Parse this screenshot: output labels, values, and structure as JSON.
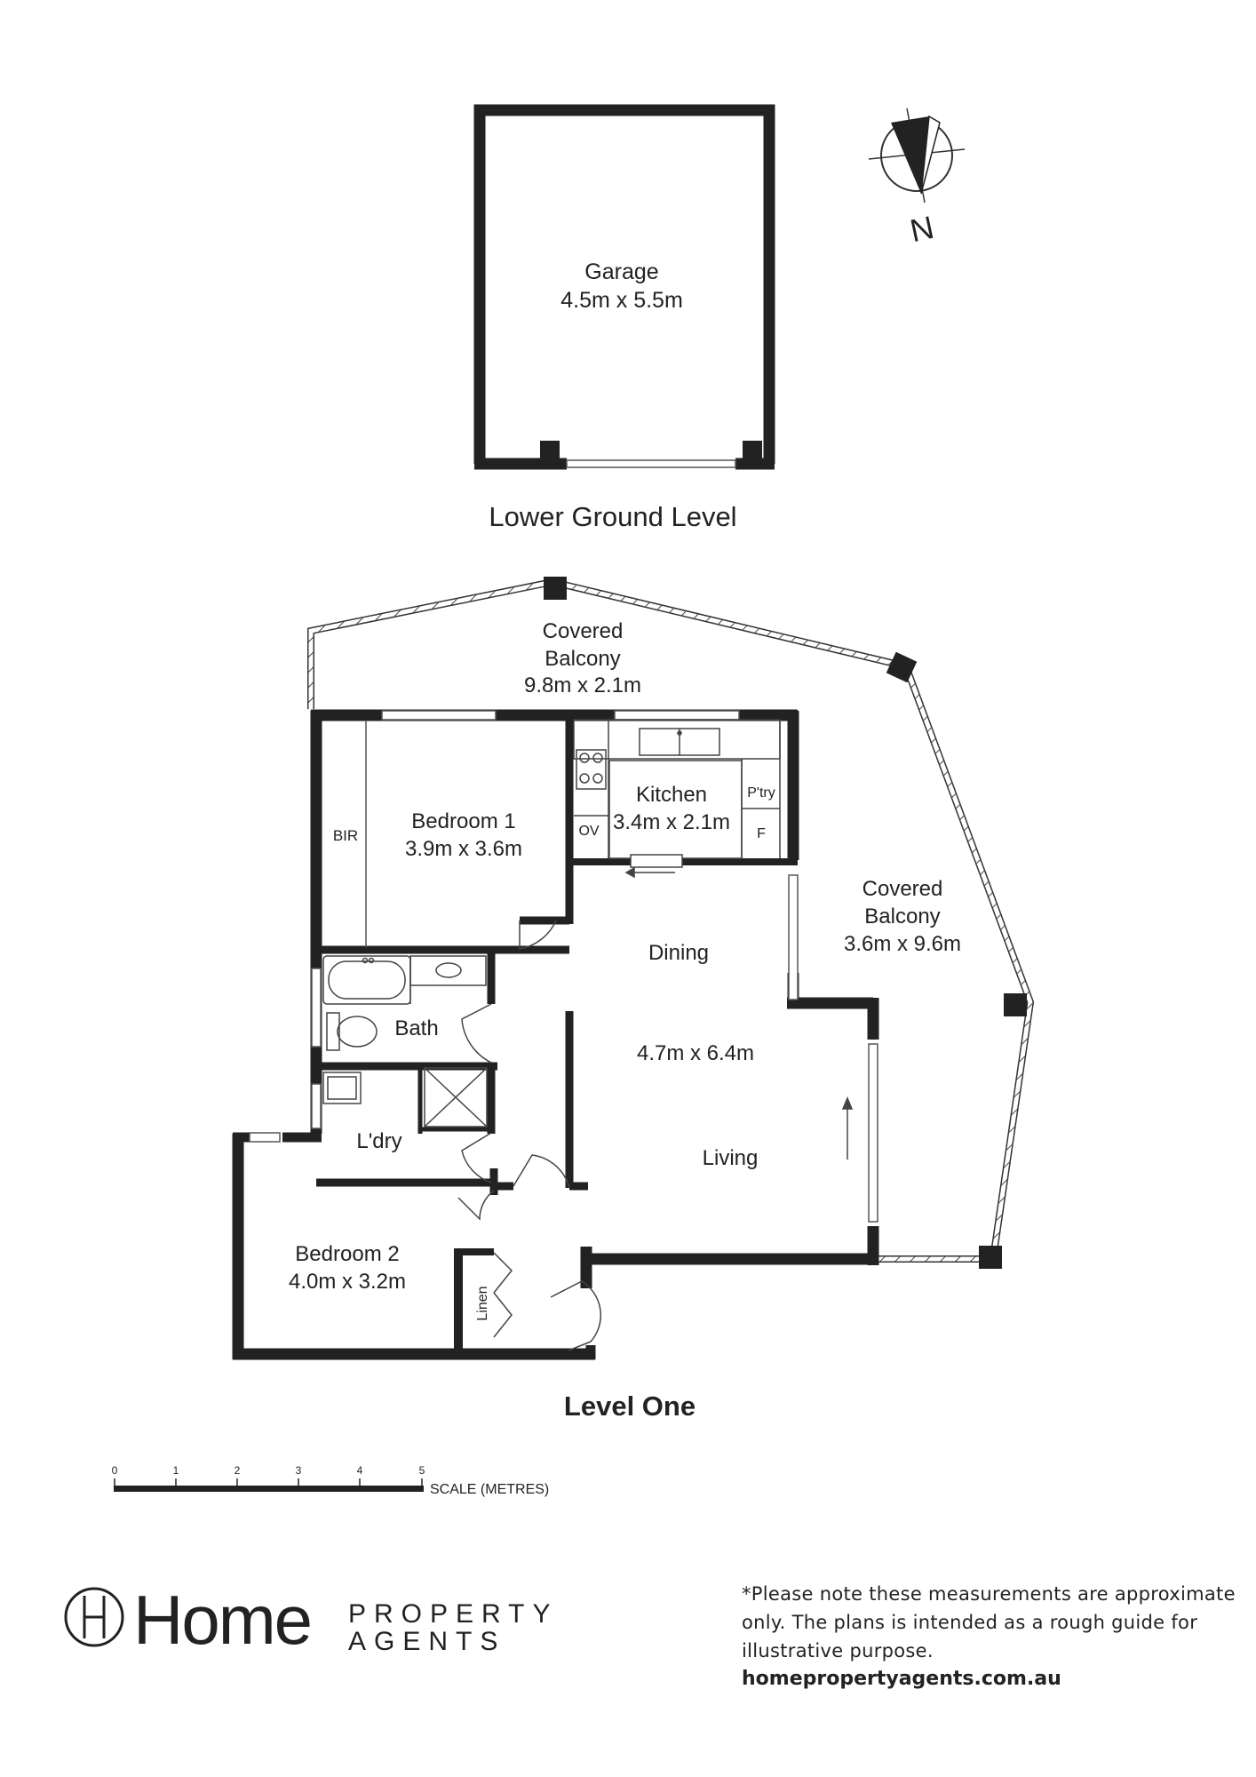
{
  "lower_level": {
    "title": "Lower Ground Level",
    "garage": {
      "name": "Garage",
      "size": "4.5m x 5.5m"
    }
  },
  "upper_level": {
    "title": "Level One",
    "balcony_north": {
      "line1": "Covered",
      "line2": "Balcony",
      "size": "9.8m x 2.1m"
    },
    "balcony_east": {
      "line1": "Covered",
      "line2": "Balcony",
      "size": "3.6m x 9.6m"
    },
    "bedroom1": {
      "name": "Bedroom 1",
      "size": "3.9m x 3.6m"
    },
    "bir": "BIR",
    "kitchen": {
      "name": "Kitchen",
      "size": "3.4m x 2.1m"
    },
    "oven": "OV",
    "pantry": "P'try",
    "fridge": "F",
    "dining": "Dining",
    "living_size": "4.7m x 6.4m",
    "living": "Living",
    "bath": "Bath",
    "laundry": "L'dry",
    "bedroom2": {
      "name": "Bedroom 2",
      "size": "4.0m x 3.2m"
    },
    "linen": "Linen"
  },
  "compass": {
    "label": "N"
  },
  "scale": {
    "ticks": [
      "0",
      "1",
      "2",
      "3",
      "4",
      "5"
    ],
    "label": "SCALE (METRES)"
  },
  "brand": {
    "logo_word": "Home",
    "logo_line1": "PROPERTY",
    "logo_line2": "AGENTS"
  },
  "disclaimer": "*Please note these measurements are approximate only. The plans is intended as a rough guide for illustrative purpose.",
  "website": "homepropertyagents.com.au"
}
